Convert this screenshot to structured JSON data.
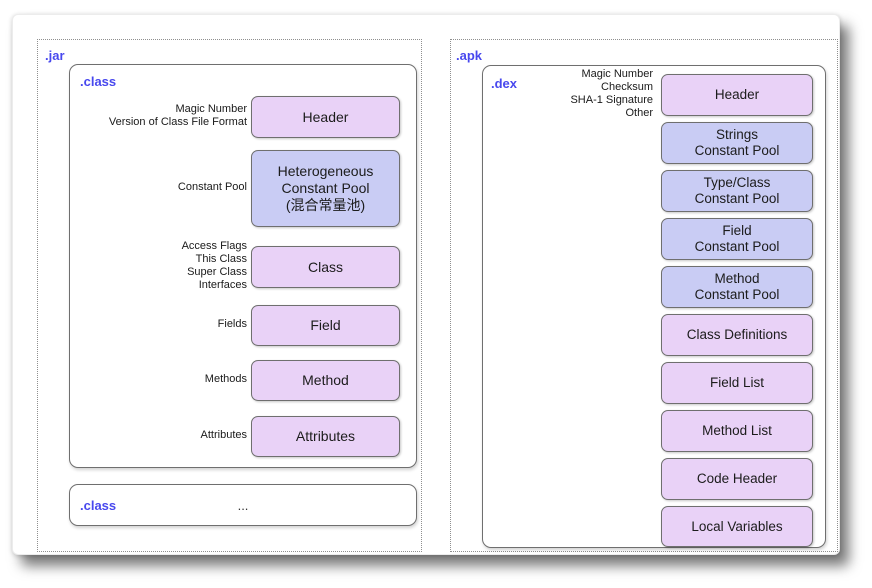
{
  "colors": {
    "pink_box": "#e9d2f7",
    "blue_box": "#c9ccf4",
    "label_blue": "#4848ee"
  },
  "jar": {
    "label": ".jar",
    "class_file": {
      "label": ".class",
      "rows": [
        {
          "annotation": "Magic Number\nVersion of Class File Format",
          "box_label": "Header",
          "color": "pink"
        },
        {
          "annotation": "Constant Pool",
          "box_label": "Heterogeneous\nConstant Pool\n(混合常量池)",
          "color": "blue"
        },
        {
          "annotation": "Access Flags\nThis Class\nSuper Class\nInterfaces",
          "box_label": "Class",
          "color": "pink"
        },
        {
          "annotation": "Fields",
          "box_label": "Field",
          "color": "pink"
        },
        {
          "annotation": "Methods",
          "box_label": "Method",
          "color": "pink"
        },
        {
          "annotation": "Attributes",
          "box_label": "Attributes",
          "color": "pink"
        }
      ]
    },
    "class_stub": {
      "label": ".class",
      "ellipsis": "..."
    }
  },
  "apk": {
    "label": ".apk",
    "dex_file": {
      "label": ".dex",
      "annotation": "Magic Number\nChecksum\nSHA-1 Signature\nOther",
      "boxes": [
        {
          "label": "Header",
          "color": "pink"
        },
        {
          "label": "Strings\nConstant Pool",
          "color": "blue"
        },
        {
          "label": "Type/Class\nConstant Pool",
          "color": "blue"
        },
        {
          "label": "Field\nConstant Pool",
          "color": "blue"
        },
        {
          "label": "Method\nConstant Pool",
          "color": "blue"
        },
        {
          "label": "Class Definitions",
          "color": "pink"
        },
        {
          "label": "Field List",
          "color": "pink"
        },
        {
          "label": "Method List",
          "color": "pink"
        },
        {
          "label": "Code Header",
          "color": "pink"
        },
        {
          "label": "Local Variables",
          "color": "pink"
        }
      ]
    }
  }
}
